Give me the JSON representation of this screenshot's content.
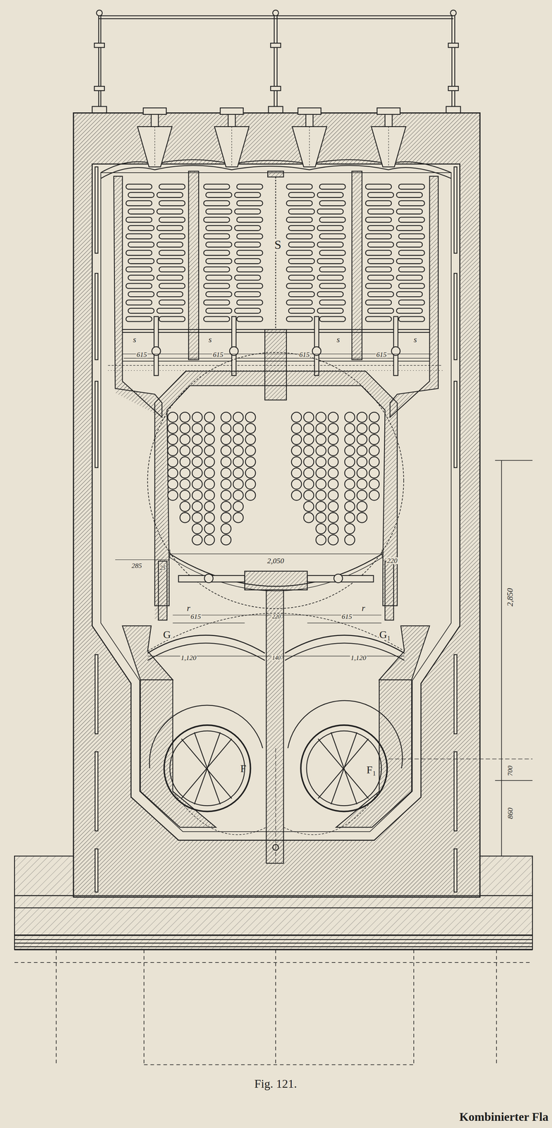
{
  "diagram": {
    "caption": "Fig. 121.",
    "labels": [
      "S",
      "s",
      "s",
      "s",
      "s",
      "615",
      "615",
      "615",
      "615",
      "285",
      "25",
      "2,050",
      "220",
      "r",
      "r",
      "G",
      "G₁",
      "615",
      "220",
      "615",
      "1,120",
      "140",
      "1,120",
      "F",
      "F₁",
      "2,850",
      "700",
      "860",
      "Kombinierter Fla"
    ]
  }
}
